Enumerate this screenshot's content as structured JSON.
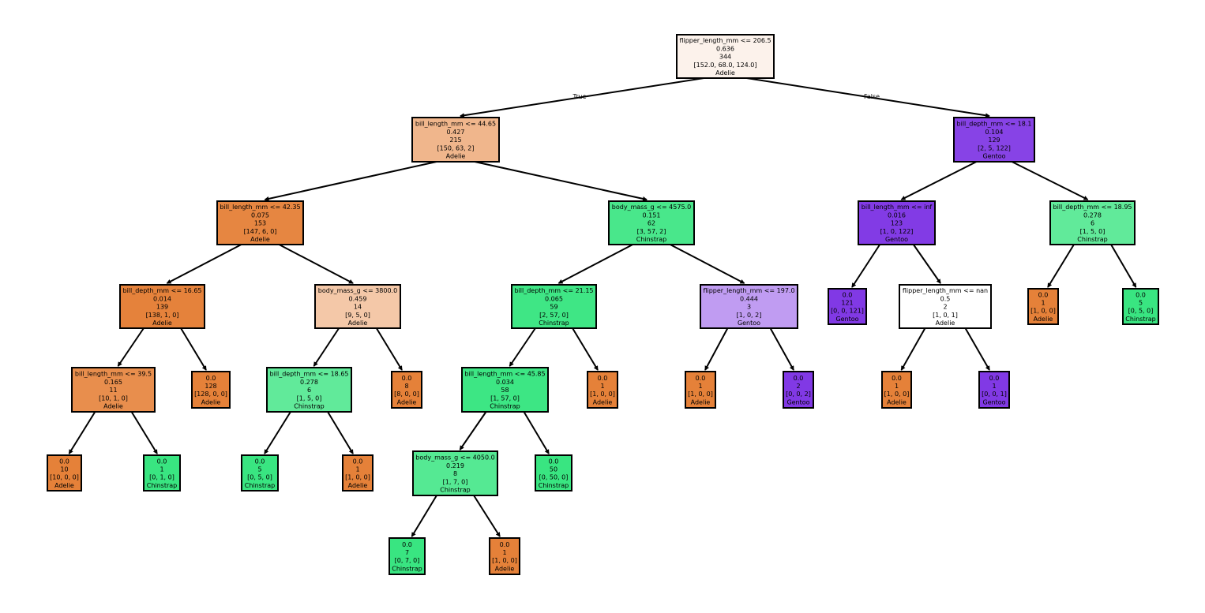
{
  "colors": {
    "Adelie": "#e58139",
    "Chinstrap": "#39e581",
    "Gentoo": "#8139e5",
    "edge": "#000000",
    "border": "#000000"
  },
  "edge_labels": {
    "true": "True",
    "false": "False"
  },
  "nodes": [
    {
      "id": "n0",
      "lines": [
        "flipper_length_mm <= 206.5",
        "0.636",
        "344",
        "[152.0, 68.0, 124.0]",
        "Adelie"
      ],
      "cls": "Adelie",
      "purity": 0.1
    },
    {
      "id": "n1",
      "lines": [
        "bill_length_mm <= 44.65",
        "0.427",
        "215",
        "[150, 63, 2]",
        "Adelie"
      ],
      "cls": "Adelie",
      "purity": 0.58
    },
    {
      "id": "n2",
      "lines": [
        "bill_length_mm <= 42.35",
        "0.075",
        "153",
        "[147, 6, 0]",
        "Adelie"
      ],
      "cls": "Adelie",
      "purity": 0.96
    },
    {
      "id": "n3",
      "lines": [
        "bill_depth_mm <= 16.65",
        "0.014",
        "139",
        "[138, 1, 0]",
        "Adelie"
      ],
      "cls": "Adelie",
      "purity": 0.99
    },
    {
      "id": "n4",
      "lines": [
        "bill_length_mm <= 39.5",
        "0.165",
        "11",
        "[10, 1, 0]",
        "Adelie"
      ],
      "cls": "Adelie",
      "purity": 0.9
    },
    {
      "id": "n5",
      "lines": [
        "0.0",
        "10",
        "[10, 0, 0]",
        "Adelie"
      ],
      "cls": "Adelie",
      "purity": 1
    },
    {
      "id": "n6",
      "lines": [
        "0.0",
        "1",
        "[0, 1, 0]",
        "Chinstrap"
      ],
      "cls": "Chinstrap",
      "purity": 1
    },
    {
      "id": "n7",
      "lines": [
        "0.0",
        "128",
        "[128, 0, 0]",
        "Adelie"
      ],
      "cls": "Adelie",
      "purity": 1
    },
    {
      "id": "n8",
      "lines": [
        "body_mass_g <= 3800.0",
        "0.459",
        "14",
        "[9, 5, 0]",
        "Adelie"
      ],
      "cls": "Adelie",
      "purity": 0.44
    },
    {
      "id": "n9",
      "lines": [
        "bill_depth_mm <= 18.65",
        "0.278",
        "6",
        "[1, 5, 0]",
        "Chinstrap"
      ],
      "cls": "Chinstrap",
      "purity": 0.8
    },
    {
      "id": "n10",
      "lines": [
        "0.0",
        "5",
        "[0, 5, 0]",
        "Chinstrap"
      ],
      "cls": "Chinstrap",
      "purity": 1
    },
    {
      "id": "n11",
      "lines": [
        "0.0",
        "1",
        "[1, 0, 0]",
        "Adelie"
      ],
      "cls": "Adelie",
      "purity": 1
    },
    {
      "id": "n12",
      "lines": [
        "0.0",
        "8",
        "[8, 0, 0]",
        "Adelie"
      ],
      "cls": "Adelie",
      "purity": 1
    },
    {
      "id": "n13",
      "lines": [
        "body_mass_g <= 4575.0",
        "0.151",
        "62",
        "[3, 57, 2]",
        "Chinstrap"
      ],
      "cls": "Chinstrap",
      "purity": 0.92
    },
    {
      "id": "n14",
      "lines": [
        "bill_depth_mm <= 21.15",
        "0.065",
        "59",
        "[2, 57, 0]",
        "Chinstrap"
      ],
      "cls": "Chinstrap",
      "purity": 0.97
    },
    {
      "id": "n15",
      "lines": [
        "bill_length_mm <= 45.85",
        "0.034",
        "58",
        "[1, 57, 0]",
        "Chinstrap"
      ],
      "cls": "Chinstrap",
      "purity": 0.98
    },
    {
      "id": "n16",
      "lines": [
        "body_mass_g <= 4050.0",
        "0.219",
        "8",
        "[1, 7, 0]",
        "Chinstrap"
      ],
      "cls": "Chinstrap",
      "purity": 0.86
    },
    {
      "id": "n17",
      "lines": [
        "0.0",
        "7",
        "[0, 7, 0]",
        "Chinstrap"
      ],
      "cls": "Chinstrap",
      "purity": 1
    },
    {
      "id": "n18",
      "lines": [
        "0.0",
        "1",
        "[1, 0, 0]",
        "Adelie"
      ],
      "cls": "Adelie",
      "purity": 1
    },
    {
      "id": "n19",
      "lines": [
        "0.0",
        "50",
        "[0, 50, 0]",
        "Chinstrap"
      ],
      "cls": "Chinstrap",
      "purity": 1
    },
    {
      "id": "n20",
      "lines": [
        "0.0",
        "1",
        "[1, 0, 0]",
        "Adelie"
      ],
      "cls": "Adelie",
      "purity": 1
    },
    {
      "id": "n21",
      "lines": [
        "flipper_length_mm <= 197.0",
        "0.444",
        "3",
        "[1, 0, 2]",
        "Gentoo"
      ],
      "cls": "Gentoo",
      "purity": 0.5
    },
    {
      "id": "n22",
      "lines": [
        "0.0",
        "1",
        "[1, 0, 0]",
        "Adelie"
      ],
      "cls": "Adelie",
      "purity": 1
    },
    {
      "id": "n23",
      "lines": [
        "0.0",
        "2",
        "[0, 0, 2]",
        "Gentoo"
      ],
      "cls": "Gentoo",
      "purity": 1
    },
    {
      "id": "n24",
      "lines": [
        "bill_depth_mm <= 18.1",
        "0.104",
        "129",
        "[2, 5, 122]",
        "Gentoo"
      ],
      "cls": "Gentoo",
      "purity": 0.95
    },
    {
      "id": "n25",
      "lines": [
        "bill_length_mm <= inf",
        "0.016",
        "123",
        "[1, 0, 122]",
        "Gentoo"
      ],
      "cls": "Gentoo",
      "purity": 0.99
    },
    {
      "id": "n26",
      "lines": [
        "0.0",
        "121",
        "[0, 0, 121]",
        "Gentoo"
      ],
      "cls": "Gentoo",
      "purity": 1
    },
    {
      "id": "n27",
      "lines": [
        "flipper_length_mm <= nan",
        "0.5",
        "2",
        "[1, 0, 1]",
        "Adelie"
      ],
      "cls": "Adelie",
      "purity": 0
    },
    {
      "id": "n28",
      "lines": [
        "0.0",
        "1",
        "[1, 0, 0]",
        "Adelie"
      ],
      "cls": "Adelie",
      "purity": 1
    },
    {
      "id": "n29",
      "lines": [
        "0.0",
        "1",
        "[0, 0, 1]",
        "Gentoo"
      ],
      "cls": "Gentoo",
      "purity": 1
    },
    {
      "id": "n30",
      "lines": [
        "bill_depth_mm <= 18.95",
        "0.278",
        "6",
        "[1, 5, 0]",
        "Chinstrap"
      ],
      "cls": "Chinstrap",
      "purity": 0.8
    },
    {
      "id": "n31",
      "lines": [
        "0.0",
        "1",
        "[1, 0, 0]",
        "Adelie"
      ],
      "cls": "Adelie",
      "purity": 1
    },
    {
      "id": "n32",
      "lines": [
        "0.0",
        "5",
        "[0, 5, 0]",
        "Chinstrap"
      ],
      "cls": "Chinstrap",
      "purity": 1
    }
  ],
  "edges": [
    {
      "from": "n0",
      "to": "n1",
      "label": "true"
    },
    {
      "from": "n0",
      "to": "n24",
      "label": "false"
    },
    {
      "from": "n1",
      "to": "n2"
    },
    {
      "from": "n1",
      "to": "n13"
    },
    {
      "from": "n2",
      "to": "n3"
    },
    {
      "from": "n2",
      "to": "n8"
    },
    {
      "from": "n3",
      "to": "n4"
    },
    {
      "from": "n3",
      "to": "n7"
    },
    {
      "from": "n4",
      "to": "n5"
    },
    {
      "from": "n4",
      "to": "n6"
    },
    {
      "from": "n8",
      "to": "n9"
    },
    {
      "from": "n8",
      "to": "n12"
    },
    {
      "from": "n9",
      "to": "n10"
    },
    {
      "from": "n9",
      "to": "n11"
    },
    {
      "from": "n13",
      "to": "n14"
    },
    {
      "from": "n13",
      "to": "n21"
    },
    {
      "from": "n14",
      "to": "n15"
    },
    {
      "from": "n14",
      "to": "n20"
    },
    {
      "from": "n15",
      "to": "n16"
    },
    {
      "from": "n15",
      "to": "n19"
    },
    {
      "from": "n16",
      "to": "n17"
    },
    {
      "from": "n16",
      "to": "n18"
    },
    {
      "from": "n21",
      "to": "n22"
    },
    {
      "from": "n21",
      "to": "n23"
    },
    {
      "from": "n24",
      "to": "n25"
    },
    {
      "from": "n24",
      "to": "n30"
    },
    {
      "from": "n25",
      "to": "n26"
    },
    {
      "from": "n25",
      "to": "n27"
    },
    {
      "from": "n27",
      "to": "n28"
    },
    {
      "from": "n27",
      "to": "n29"
    },
    {
      "from": "n30",
      "to": "n31"
    },
    {
      "from": "n30",
      "to": "n32"
    }
  ]
}
